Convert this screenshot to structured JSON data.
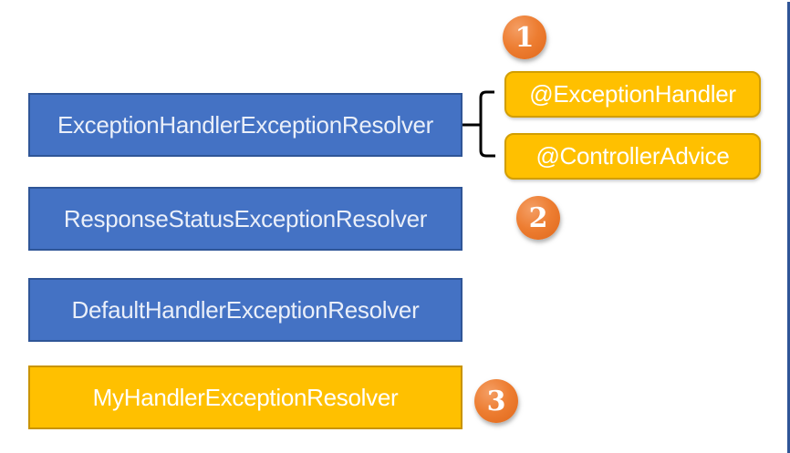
{
  "diagram": {
    "resolver_boxes": [
      {
        "label": "ExceptionHandlerExceptionResolver",
        "style": "blue"
      },
      {
        "label": "ResponseStatusExceptionResolver",
        "style": "blue"
      },
      {
        "label": "DefaultHandlerExceptionResolver",
        "style": "blue"
      },
      {
        "label": "MyHandlerExceptionResolver",
        "style": "yellow"
      }
    ],
    "annotations": [
      {
        "label": "@ExceptionHandler"
      },
      {
        "label": "@ControllerAdvice"
      }
    ],
    "step_badges": [
      {
        "label": "1"
      },
      {
        "label": "2"
      },
      {
        "label": "3"
      }
    ],
    "colors": {
      "blue_fill": "#4472C4",
      "blue_border": "#2F5597",
      "yellow_fill": "#FFC000",
      "yellow_border": "#D29E00",
      "badge_orange": "#ED7D31",
      "bracket": "#000000",
      "right_edge_line": "#2F5597",
      "background": "#FFFFFF"
    }
  }
}
